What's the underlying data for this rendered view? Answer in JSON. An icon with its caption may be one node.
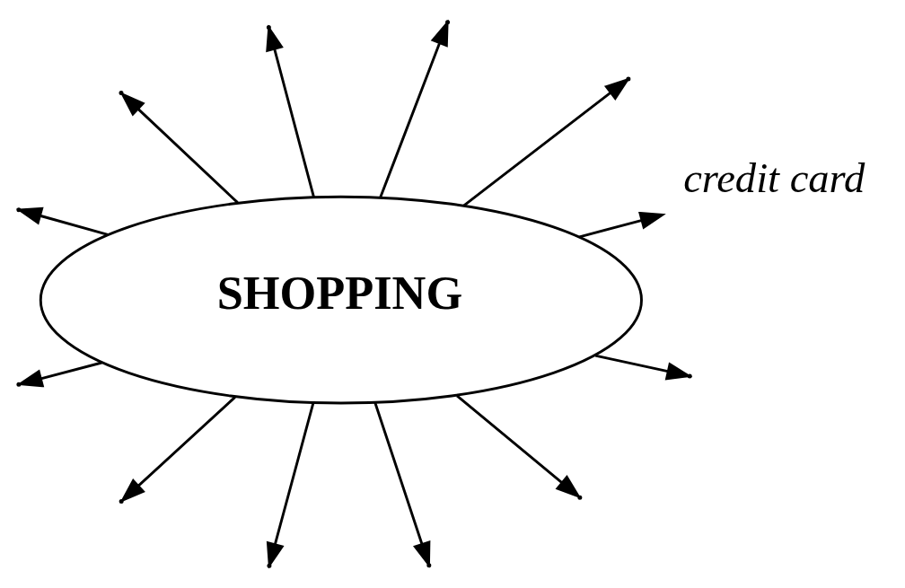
{
  "diagram": {
    "nodes": [
      {
        "text": [
          "SHOPPING"
        ]
      },
      {
        "text": [
          "credit card"
        ]
      }
    ],
    "edges": [
      {
        "from": 0,
        "to": 1,
        "arrow": "to"
      },
      {
        "from": 0,
        "to": null,
        "arrow": "to"
      },
      {
        "from": 0,
        "to": null,
        "arrow": "to"
      },
      {
        "from": 0,
        "to": null,
        "arrow": "to"
      },
      {
        "from": 0,
        "to": null,
        "arrow": "to"
      },
      {
        "from": 0,
        "to": null,
        "arrow": "to"
      },
      {
        "from": 0,
        "to": null,
        "arrow": "to"
      },
      {
        "from": 0,
        "to": null,
        "arrow": "to"
      },
      {
        "from": 0,
        "to": null,
        "arrow": "to"
      },
      {
        "from": 0,
        "to": null,
        "arrow": "to"
      },
      {
        "from": 0,
        "to": null,
        "arrow": "to"
      },
      {
        "from": 0,
        "to": null,
        "arrow": "to"
      }
    ]
  }
}
